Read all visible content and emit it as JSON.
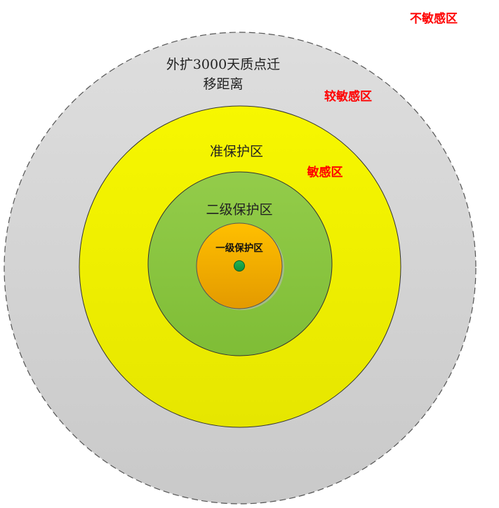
{
  "zones": {
    "outer": {
      "label_line1": "外扩3000天质点迁",
      "label_line2": "移距离",
      "fill": "#d4d4d4",
      "edge": "#555555"
    },
    "quasi": {
      "label": "准保护区",
      "fill": "#f2f200"
    },
    "secondary": {
      "label": "二级保护区",
      "fill": "#8cc63f"
    },
    "primary": {
      "label": "一级保护区",
      "fill": "#f0a800"
    },
    "wellhead": {
      "fill": "#1aa84a"
    }
  },
  "sensitivity": {
    "not_sensitive": "不敏感区",
    "less_sensitive": "较敏感区",
    "sensitive": "敏感区",
    "color": "#ff0000"
  }
}
